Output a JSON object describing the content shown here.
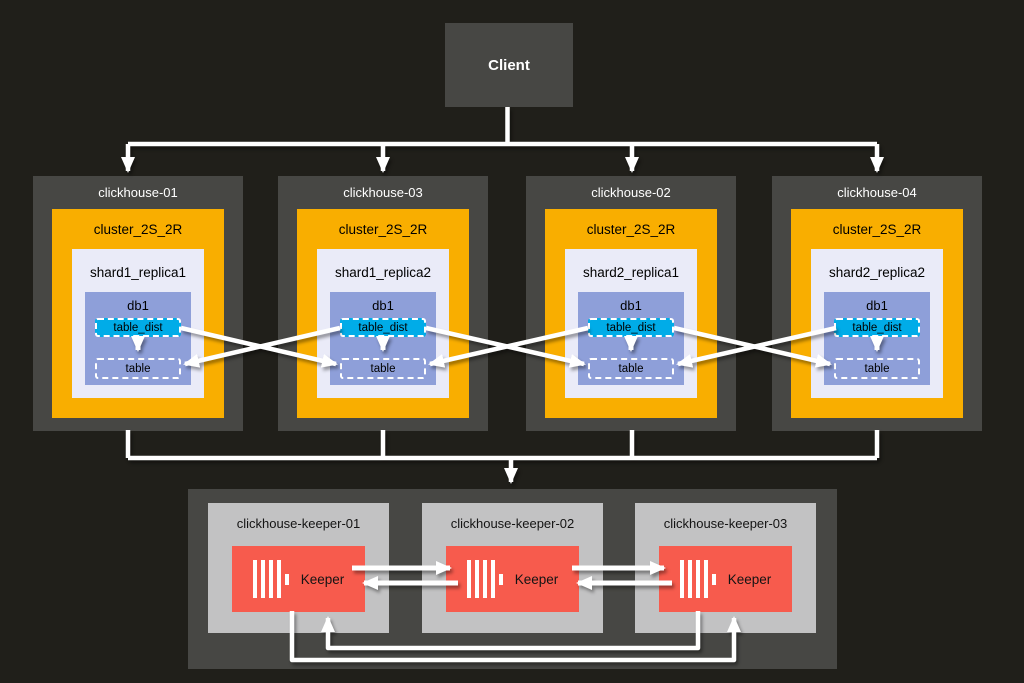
{
  "colors": {
    "bg": "#201f1a",
    "panel": "#474744",
    "orange": "#f9ae00",
    "lavender": "#eaebf8",
    "periwinkle": "#8e9fd9",
    "cyan": "#00ace8",
    "keeper-gray": "#c2c2c3",
    "keeper-red": "#f75b4d",
    "line": "#ffffff",
    "text-light": "#ffffff"
  },
  "client": {
    "label": "Client"
  },
  "nodes": [
    {
      "host": "clickhouse-01",
      "cluster": "cluster_2S_2R",
      "replica": "shard1_replica1",
      "database": "db1",
      "distributed_table": "table_dist",
      "local_table": "table"
    },
    {
      "host": "clickhouse-03",
      "cluster": "cluster_2S_2R",
      "replica": "shard1_replica2",
      "database": "db1",
      "distributed_table": "table_dist",
      "local_table": "table"
    },
    {
      "host": "clickhouse-02",
      "cluster": "cluster_2S_2R",
      "replica": "shard2_replica1",
      "database": "db1",
      "distributed_table": "table_dist",
      "local_table": "table"
    },
    {
      "host": "clickhouse-04",
      "cluster": "cluster_2S_2R",
      "replica": "shard2_replica2",
      "database": "db1",
      "distributed_table": "table_dist",
      "local_table": "table"
    }
  ],
  "keepers": [
    {
      "host": "clickhouse-keeper-01",
      "label": "Keeper"
    },
    {
      "host": "clickhouse-keeper-02",
      "label": "Keeper"
    },
    {
      "host": "clickhouse-keeper-03",
      "label": "Keeper"
    }
  ]
}
